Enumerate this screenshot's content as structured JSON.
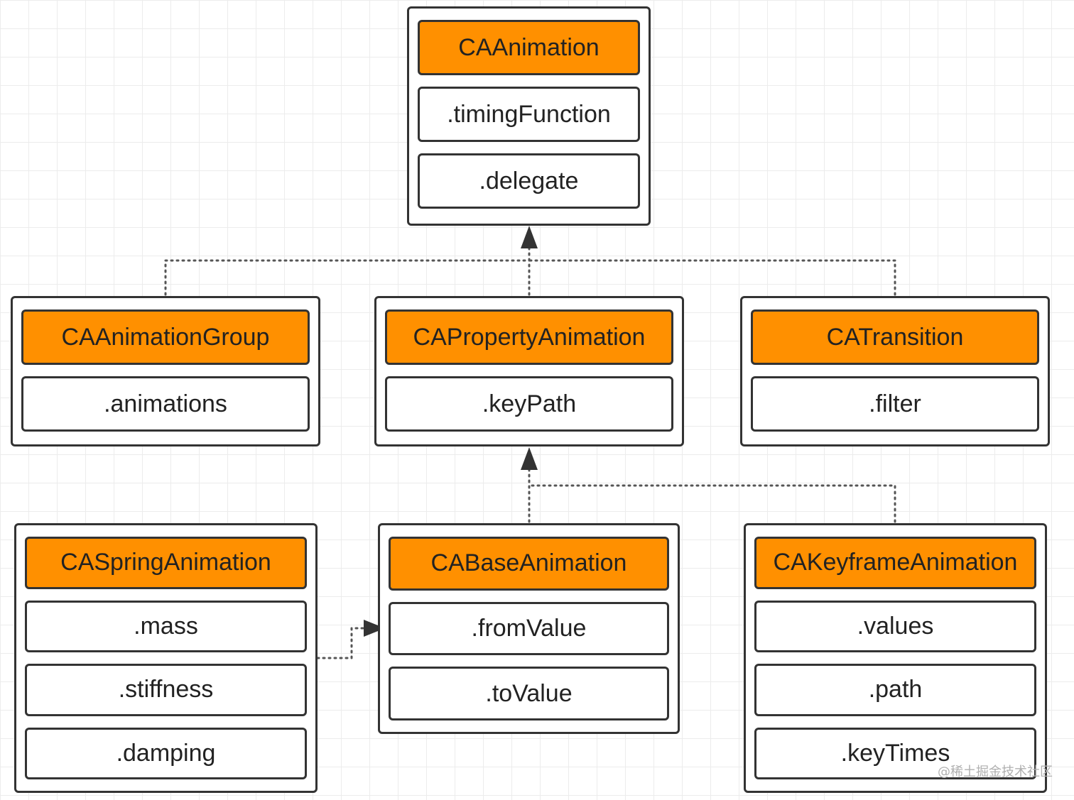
{
  "classes": {
    "ca_animation": {
      "name": "CAAnimation",
      "props": [
        ".timingFunction",
        ".delegate"
      ]
    },
    "ca_animation_group": {
      "name": "CAAnimationGroup",
      "props": [
        ".animations"
      ]
    },
    "ca_property_animation": {
      "name": "CAPropertyAnimation",
      "props": [
        ".keyPath"
      ]
    },
    "ca_transition": {
      "name": "CATransition",
      "props": [
        ".filter"
      ]
    },
    "ca_spring_animation": {
      "name": "CASpringAnimation",
      "props": [
        ".mass",
        ".stiffness",
        ".damping"
      ]
    },
    "ca_base_animation": {
      "name": "CABaseAnimation",
      "props": [
        ".fromValue",
        ".toValue"
      ]
    },
    "ca_keyframe_animation": {
      "name": "CAKeyframeAnimation",
      "props": [
        ".values",
        ".path",
        ".keyTimes"
      ]
    }
  },
  "colors": {
    "header_fill": "#ff9000",
    "border": "#333333",
    "connector": "#555555"
  },
  "watermark": "@稀土掘金技术社区"
}
